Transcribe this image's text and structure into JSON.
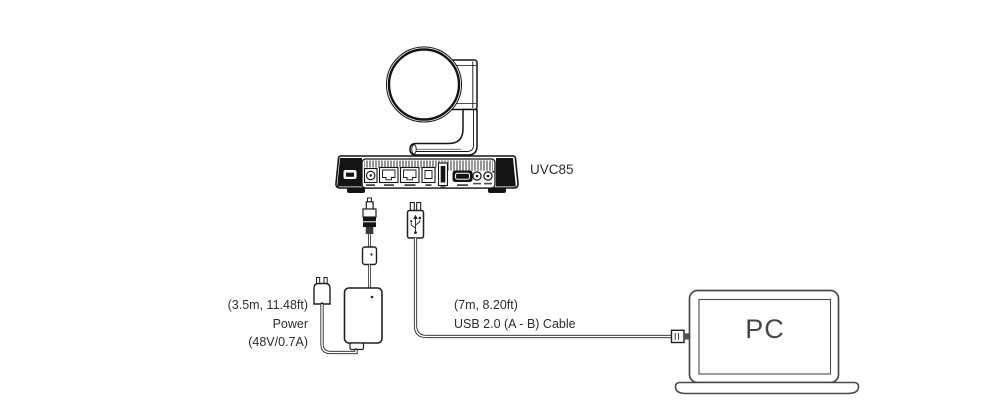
{
  "diagram": {
    "device": {
      "label": "UVC85"
    },
    "power_adapter": {
      "cable_length": "(3.5m, 11.48ft)",
      "name": "Power",
      "rating": "(48V/0.7A)"
    },
    "usb_cable": {
      "cable_length": "(7m, 8.20ft)",
      "name": "USB 2.0 (A - B) Cable"
    },
    "pc": {
      "label": "PC"
    },
    "icons": {
      "usb_connector": "usb-trident-icon",
      "wall_plug": "two-prong-plug-icon",
      "dc_plug": "dc-barrel-plug-icon"
    },
    "colors": {
      "line": "#1f1f1f",
      "dark_fill": "#141414",
      "laptop_line": "#4a4a4a",
      "text": "#2b2b2b",
      "background": "#ffffff"
    }
  }
}
